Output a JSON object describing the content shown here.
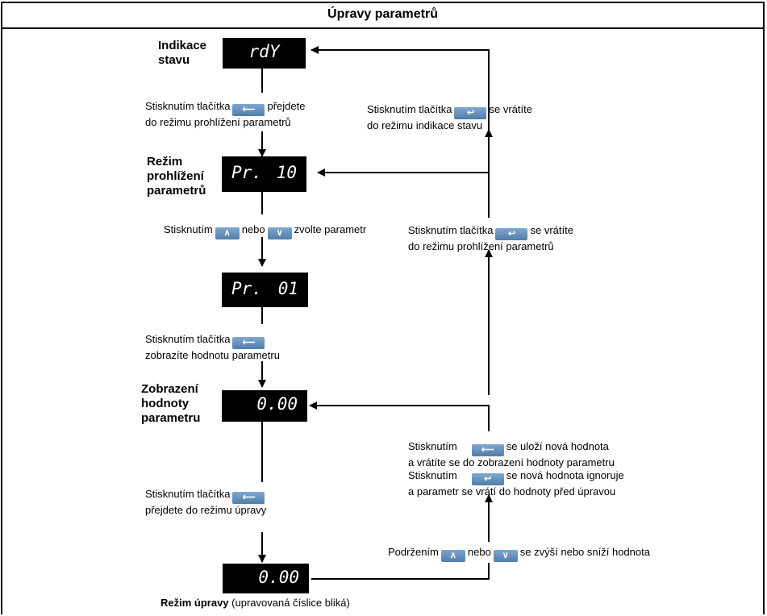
{
  "title": "Úpravy parametrů",
  "labels": {
    "status": [
      "Indikace",
      "stavu"
    ],
    "browse": [
      "Režim",
      "prohlížení",
      "parametrů"
    ],
    "value": [
      "Zobrazení",
      "hodnoty",
      "parametru"
    ],
    "edit_bold": "Režim úpravy",
    "edit_rest": " (upravovaná číslice bliká)"
  },
  "displays": {
    "status": "rdY",
    "browse_left": "Pr.",
    "browse_right": "10",
    "param_left": "Pr.",
    "param_right": "01",
    "value": "0.00",
    "edit": "0.00"
  },
  "texts": {
    "t1a": "Stisknutím tlačítka",
    "t1b": "přejdete",
    "t1c": "do režimu prohlížení parametrů",
    "t2a": "Stisknutím tlačítka",
    "t2b": "se vrátíte",
    "t2c": "do režimu indikace stavu",
    "t3a": "Stisknutím",
    "t3b": "nebo",
    "t3c": "zvolte parametr",
    "t4a": "Stisknutím tlačítka",
    "t4b": "se vrátíte",
    "t4c": "do režimu prohlížení parametrů",
    "t5a": "Stisknutím tlačítka",
    "t5b": "zobrazíte hodnotu parametru",
    "t6a": "Stisknutím",
    "t6b": "se uloží nová hodnota",
    "t6c": "a vrátíte se do zobrazení hodnoty parametru",
    "t6d": "Stisknutím",
    "t6e": "se nová hodnota ignoruje",
    "t6f": "a parametr se vrátí do hodnoty před úpravou",
    "t7a": "Stisknutím tlačítka",
    "t7b": "přejdete do režimu úpravy",
    "t8a": "Podržením",
    "t8b": "nebo",
    "t8c": "se zvýší nebo sníží hodnota"
  },
  "keys": {
    "enter": "⟵",
    "back": "↩",
    "up": "∧",
    "down": "∨"
  },
  "colors": {
    "key": "#5f8db9",
    "display": "#000000"
  }
}
